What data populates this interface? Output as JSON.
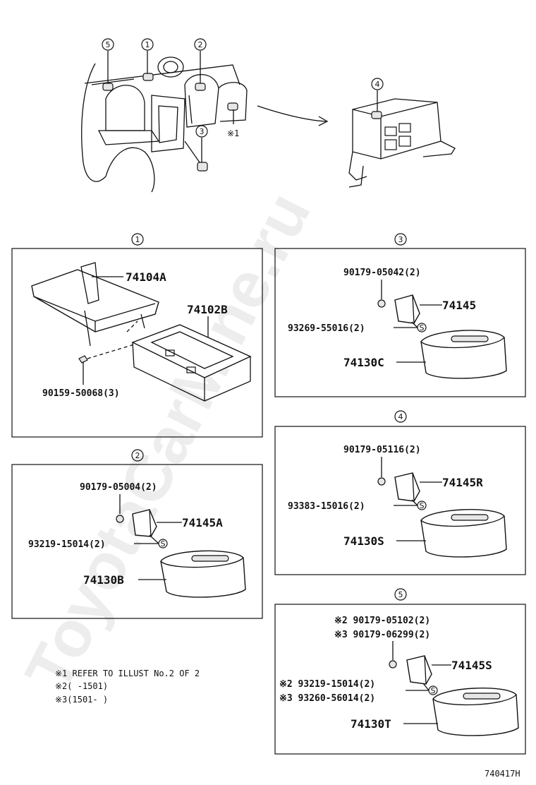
{
  "watermark": "ToyotaCarMine.ru",
  "overview": {
    "callouts": [
      "5",
      "1",
      "2",
      "3",
      "4"
    ],
    "ref_mark": "※1"
  },
  "sections": {
    "s1": {
      "number": "1",
      "labels": {
        "part_a": "74104A",
        "part_b": "74102B",
        "screw": "90159-50068(3)"
      }
    },
    "s2": {
      "number": "2",
      "labels": {
        "nut": "90179-05004(2)",
        "bracket": "74145A",
        "screw": "93219-15014(2)",
        "tray": "74130B"
      }
    },
    "s3": {
      "number": "3",
      "labels": {
        "nut": "90179-05042(2)",
        "bracket": "74145",
        "screw": "93269-55016(2)",
        "tray": "74130C"
      }
    },
    "s4": {
      "number": "4",
      "labels": {
        "nut": "90179-05116(2)",
        "bracket": "74145R",
        "screw": "93383-15016(2)",
        "tray": "74130S"
      }
    },
    "s5": {
      "number": "5",
      "labels": {
        "nut_a": "※2 90179-05102(2)",
        "nut_b": "※3 90179-06299(2)",
        "bracket": "74145S",
        "screw_a": "※2 93219-15014(2)",
        "screw_b": "※3 93260-56014(2)",
        "tray": "74130T"
      }
    }
  },
  "screw_mark": "S",
  "notes": [
    "※1  REFER TO ILLUST No.2 OF 2",
    "※2(     -1501)",
    "※3(1501-     )"
  ],
  "drawing_code": "740417H"
}
